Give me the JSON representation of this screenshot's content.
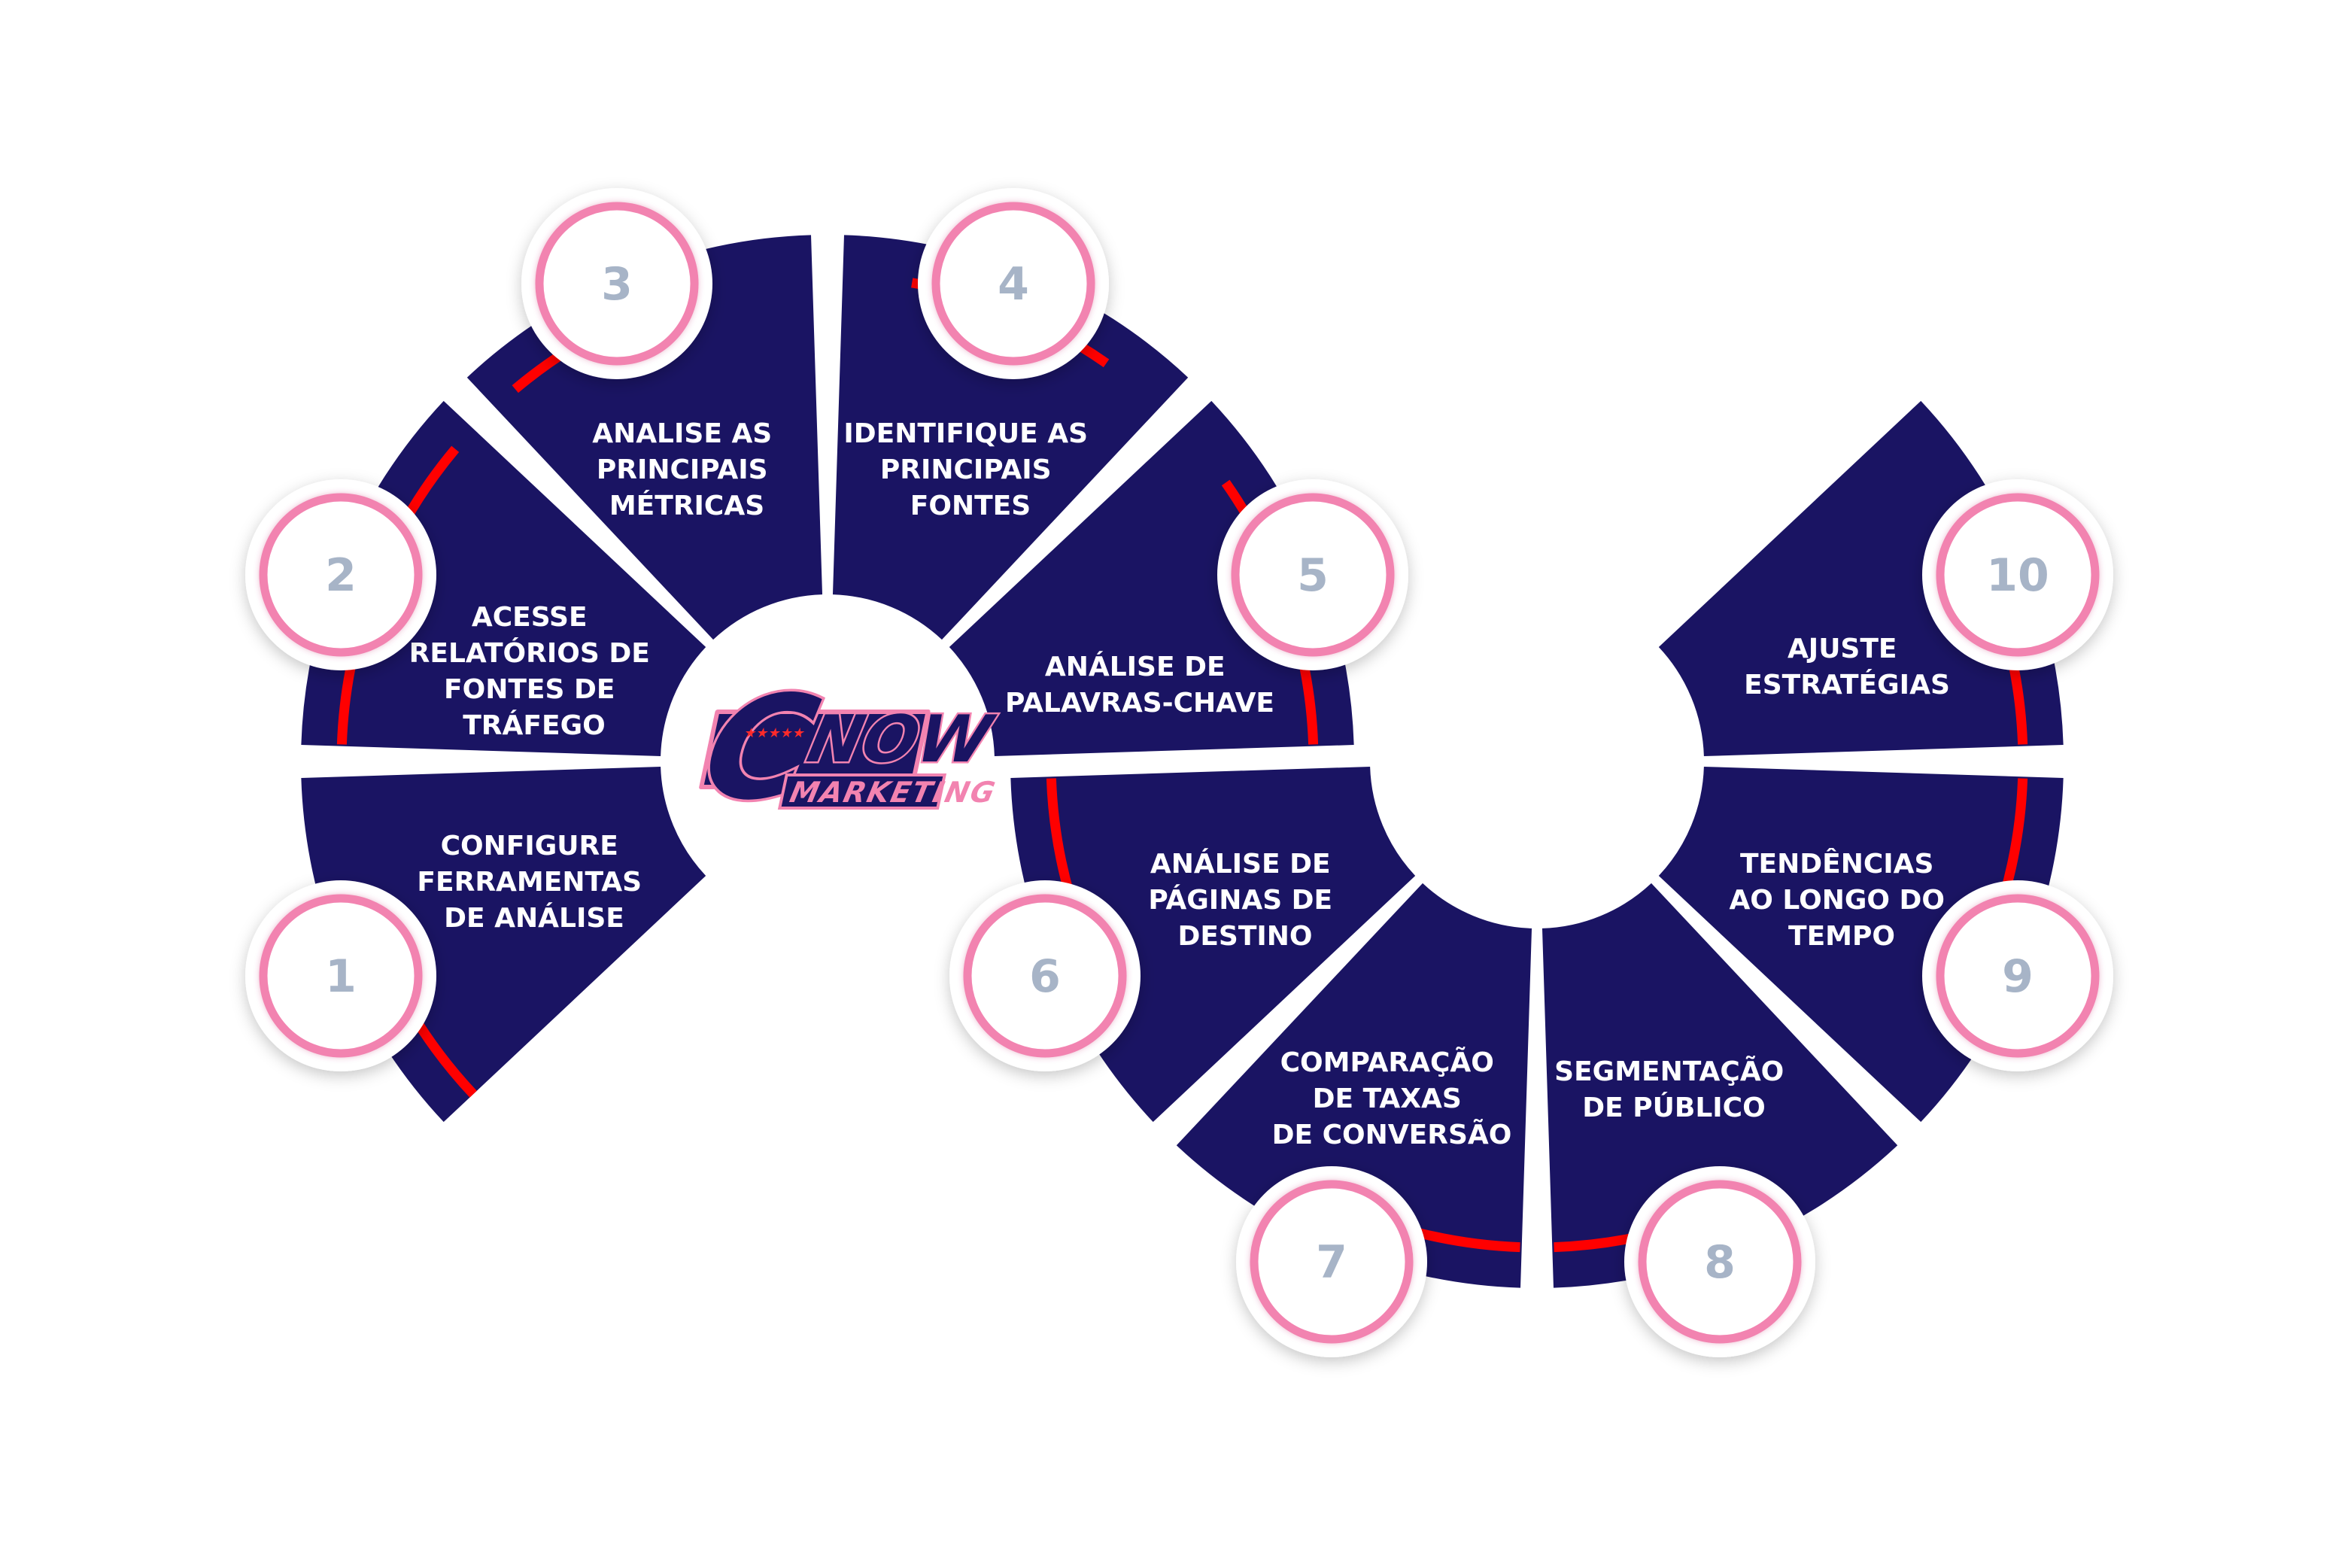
{
  "logo": {
    "letter": "C",
    "word": "NOW",
    "subword": "MARKETING",
    "stars": "★★★★★"
  },
  "colors": {
    "segment": "#1a1463",
    "accent_ring": "#ff0000",
    "badge_ring": "#f283b0",
    "badge_fill": "#ffffff",
    "number": "#a7b4c7",
    "label": "#ffffff"
  },
  "steps": [
    {
      "number": "1",
      "lines": [
        "CONFIGURE",
        "FERRAMENTAS",
        "DE ANÁLISE"
      ]
    },
    {
      "number": "2",
      "lines": [
        "ACESSE",
        "RELATÓRIOS DE",
        "FONTES DE",
        "TRÁFEGO"
      ]
    },
    {
      "number": "3",
      "lines": [
        "ANALISE AS",
        "PRINCIPAIS",
        "MÉTRICAS"
      ]
    },
    {
      "number": "4",
      "lines": [
        "IDENTIFIQUE AS",
        "PRINCIPAIS",
        "FONTES"
      ]
    },
    {
      "number": "5",
      "lines": [
        "ANÁLISE DE",
        "PALAVRAS-CHAVE"
      ]
    },
    {
      "number": "6",
      "lines": [
        "ANÁLISE DE",
        "PÁGINAS DE",
        "DESTINO"
      ]
    },
    {
      "number": "7",
      "lines": [
        "COMPARAÇÃO",
        "DE TAXAS",
        "DE CONVERSÃO"
      ]
    },
    {
      "number": "8",
      "lines": [
        "SEGMENTAÇÃO",
        "DE PÚBLICO"
      ]
    },
    {
      "number": "9",
      "lines": [
        "TENDÊNCIAS",
        "AO LONGO DO",
        "TEMPO"
      ]
    },
    {
      "number": "10",
      "lines": [
        "AJUSTE",
        "ESTRATÉGIAS"
      ]
    }
  ]
}
